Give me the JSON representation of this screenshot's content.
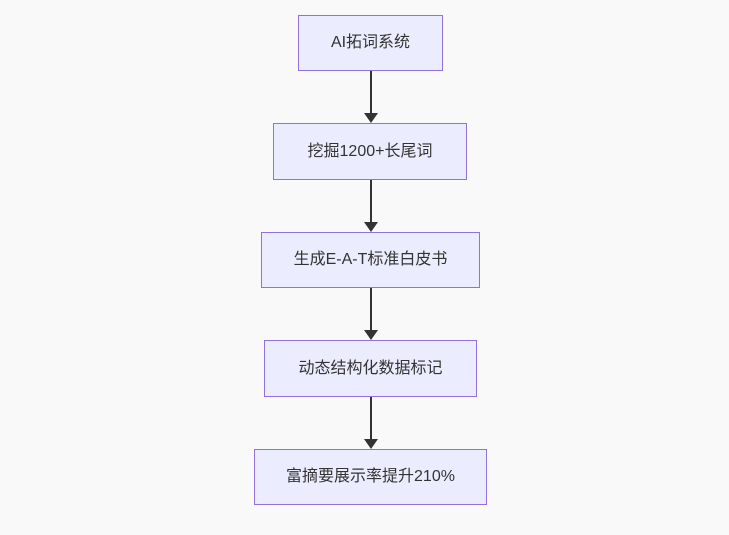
{
  "diagram": {
    "type": "flowchart",
    "direction": "top-down",
    "nodes": [
      {
        "id": "n1",
        "label": "AI拓词系统"
      },
      {
        "id": "n2",
        "label": "挖掘1200+长尾词"
      },
      {
        "id": "n3",
        "label": "生成E-A-T标准白皮书"
      },
      {
        "id": "n4",
        "label": "动态结构化数据标记"
      },
      {
        "id": "n5",
        "label": "富摘要展示率提升210%"
      }
    ],
    "edges": [
      {
        "from": "n1",
        "to": "n2"
      },
      {
        "from": "n2",
        "to": "n3"
      },
      {
        "from": "n3",
        "to": "n4"
      },
      {
        "from": "n4",
        "to": "n5"
      }
    ],
    "colors": {
      "background": "#f9f9f9",
      "node_fill": "#ECECFF",
      "node_border": "#9370DB",
      "node_text": "#333333",
      "edge": "#333333"
    }
  }
}
